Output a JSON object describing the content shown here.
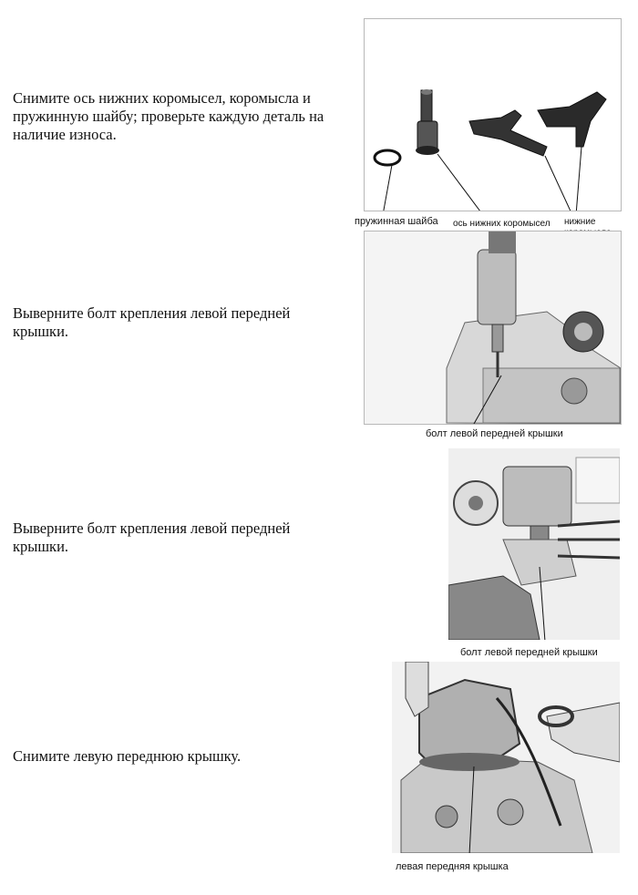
{
  "steps": [
    {
      "text": "Снимите ось нижних коромысел, коромысла и пружинную шайбу; проверьте каждую деталь на наличие износа.",
      "image_icon": "rocker-arm-parts-photo",
      "captions": [
        "пружинная шайба",
        "ось нижних коромысел",
        "нижние коромысла"
      ]
    },
    {
      "text": "Выверните болт крепления левой передней крышки.",
      "image_icon": "engine-bolt-removal-photo",
      "captions": [
        "болт левой передней крышки"
      ]
    },
    {
      "text": "Выверните болт крепления левой передней крышки.",
      "image_icon": "engine-bolt-removal-photo",
      "captions": [
        "болт левой передней крышки"
      ]
    },
    {
      "text": "Снимите левую переднюю крышку.",
      "image_icon": "cover-removal-photo",
      "captions": [
        "левая передняя крышка"
      ]
    }
  ]
}
